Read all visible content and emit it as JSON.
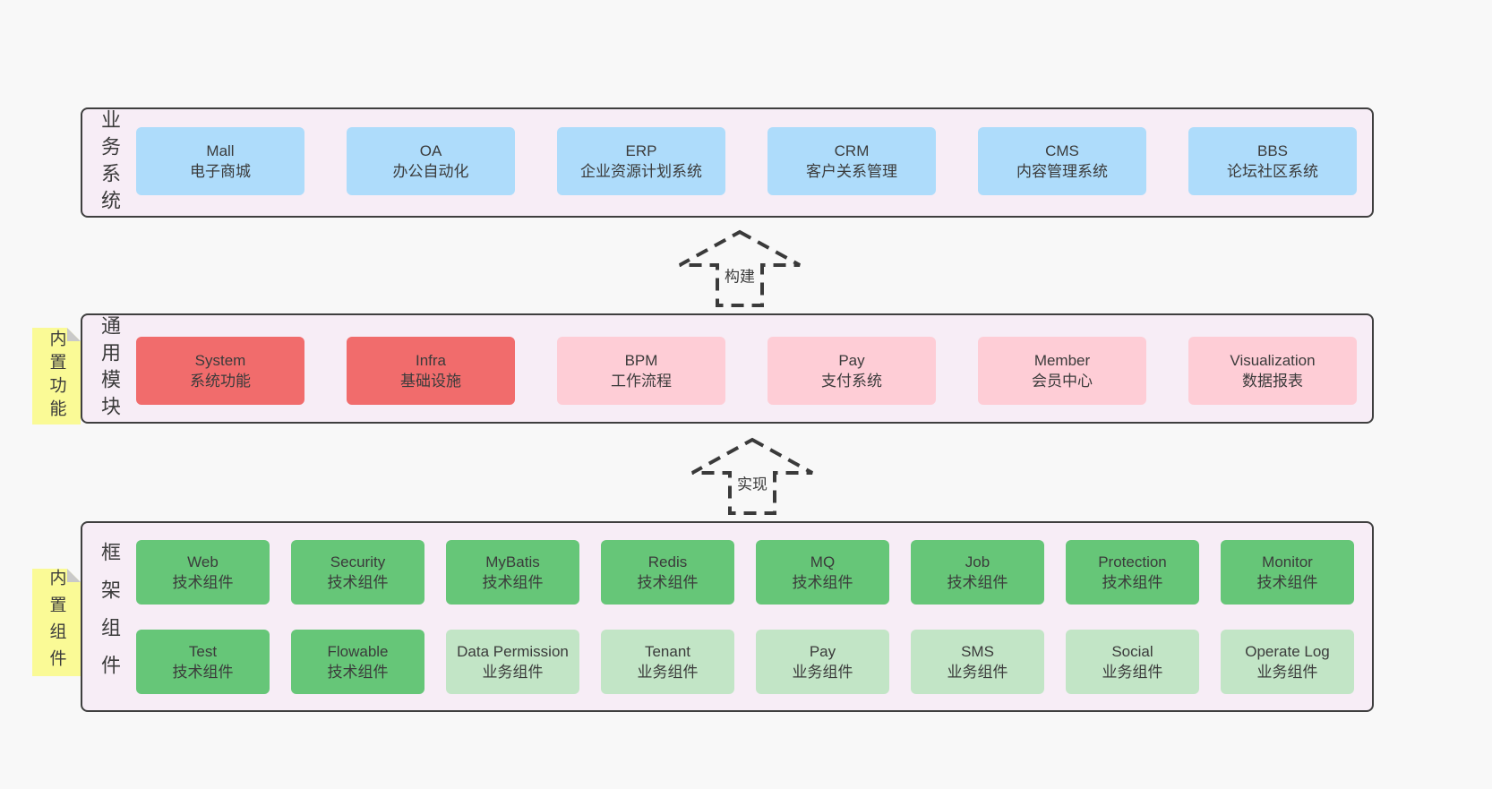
{
  "page": {
    "background": "#f8f8f8"
  },
  "colors": {
    "layer_fill": "#f7edf6",
    "layer_border": "#3f3f3f",
    "blue_box": "#aedcfb",
    "red_box": "#f16c6c",
    "pink_box": "#fecdd6",
    "green_box": "#66c678",
    "light_green_box": "#c2e5c6",
    "sticky_note": "#fafa96",
    "sticky_fold": "#c9c9c9",
    "text": "#3b3b3b"
  },
  "arrows": [
    {
      "label": "构建"
    },
    {
      "label": "实现"
    }
  ],
  "layers": [
    {
      "label": "业务系统",
      "boxes": [
        {
          "en": "Mall",
          "zh": "电子商城"
        },
        {
          "en": "OA",
          "zh": "办公自动化"
        },
        {
          "en": "ERP",
          "zh": "企业资源计划系统"
        },
        {
          "en": "CRM",
          "zh": "客户关系管理"
        },
        {
          "en": "CMS",
          "zh": "内容管理系统"
        },
        {
          "en": "BBS",
          "zh": "论坛社区系统"
        }
      ]
    },
    {
      "label": "通用模块",
      "sticky": "内置功能",
      "boxes": [
        {
          "en": "System",
          "zh": "系统功能"
        },
        {
          "en": "Infra",
          "zh": "基础设施"
        },
        {
          "en": "BPM",
          "zh": "工作流程"
        },
        {
          "en": "Pay",
          "zh": "支付系统"
        },
        {
          "en": "Member",
          "zh": "会员中心"
        },
        {
          "en": "Visualization",
          "zh": "数据报表"
        }
      ]
    },
    {
      "label": "框架组件",
      "sticky": "内置组件",
      "row1": [
        {
          "en": "Web",
          "zh": "技术组件"
        },
        {
          "en": "Security",
          "zh": "技术组件"
        },
        {
          "en": "MyBatis",
          "zh": "技术组件"
        },
        {
          "en": "Redis",
          "zh": "技术组件"
        },
        {
          "en": "MQ",
          "zh": "技术组件"
        },
        {
          "en": "Job",
          "zh": "技术组件"
        },
        {
          "en": "Protection",
          "zh": "技术组件"
        },
        {
          "en": "Monitor",
          "zh": "技术组件"
        }
      ],
      "row2": [
        {
          "en": "Test",
          "zh": "技术组件"
        },
        {
          "en": "Flowable",
          "zh": "技术组件"
        },
        {
          "en": "Data Permission",
          "zh": "业务组件"
        },
        {
          "en": "Tenant",
          "zh": "业务组件"
        },
        {
          "en": "Pay",
          "zh": "业务组件"
        },
        {
          "en": "SMS",
          "zh": "业务组件"
        },
        {
          "en": "Social",
          "zh": "业务组件"
        },
        {
          "en": "Operate Log",
          "zh": "业务组件"
        }
      ]
    }
  ]
}
